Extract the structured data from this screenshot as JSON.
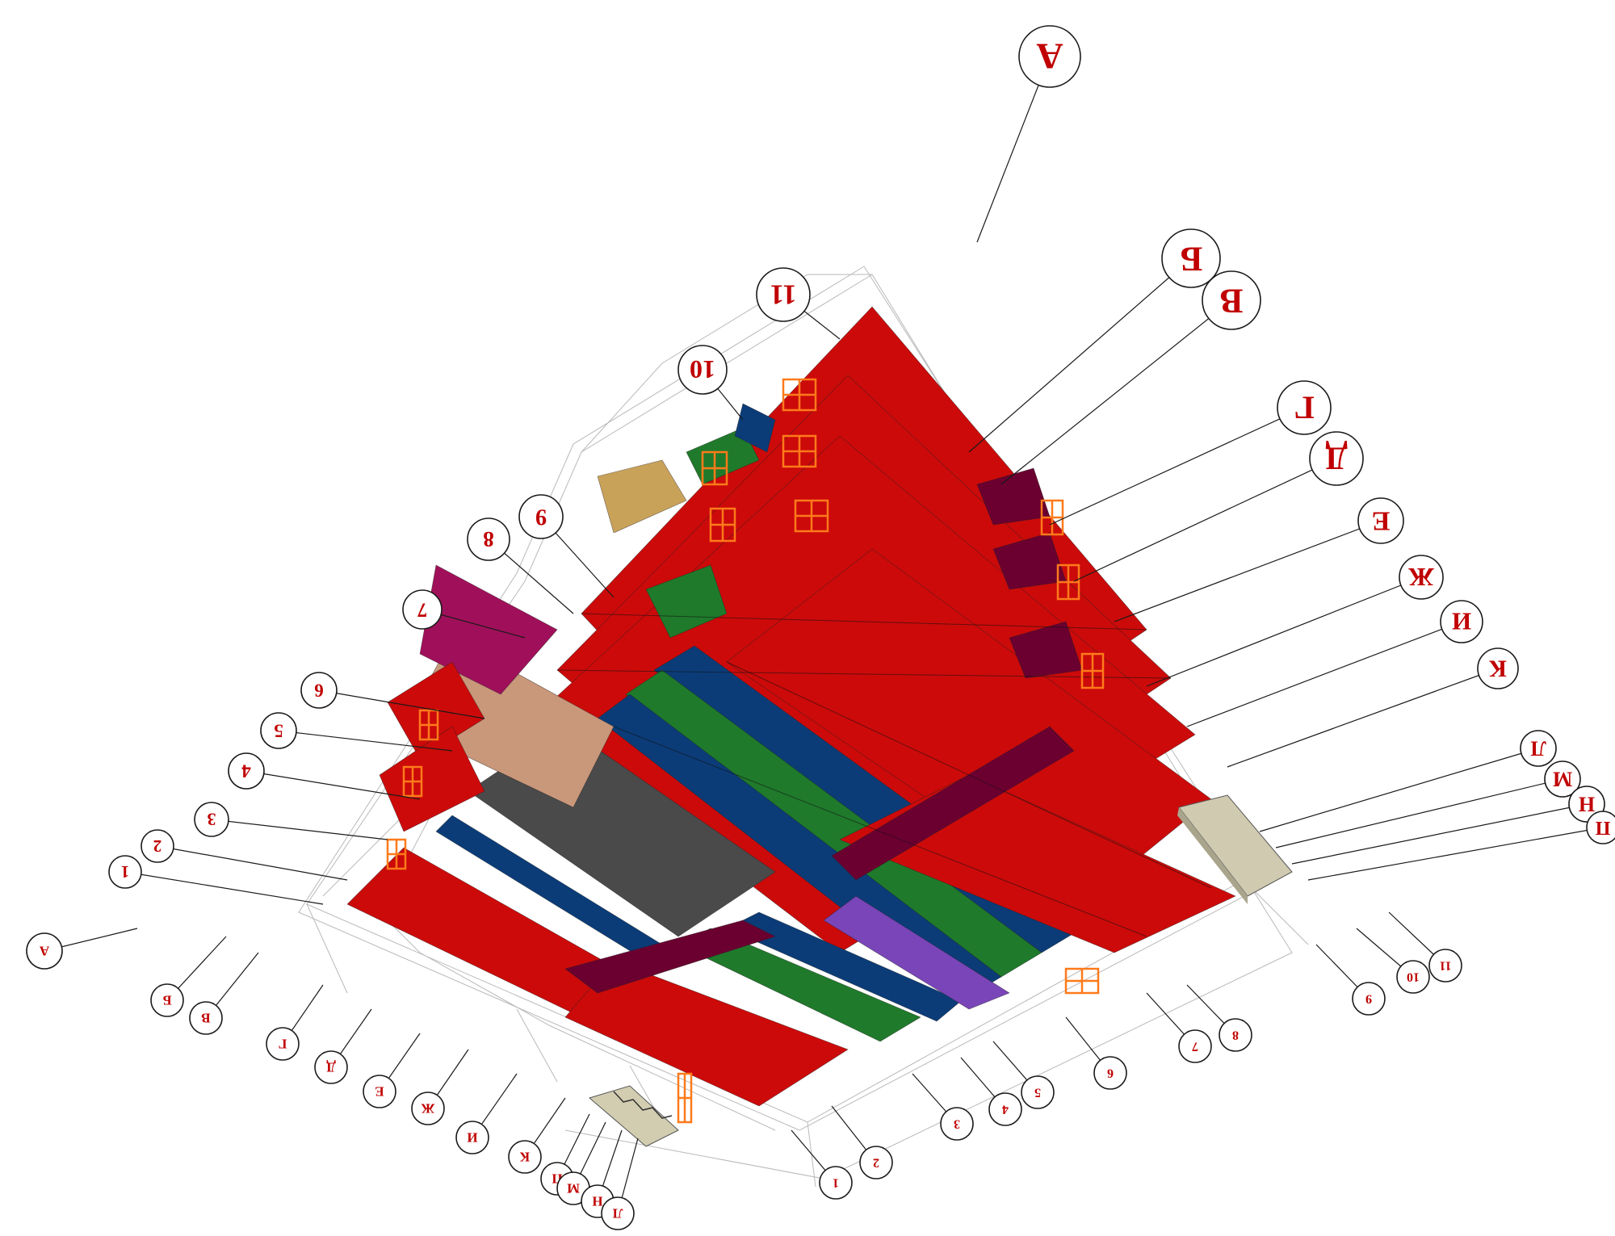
{
  "colors": {
    "red": "#cc0a0a",
    "blue": "#0b3c78",
    "green": "#1f7a2b",
    "maroon": "#6b0030",
    "magenta": "#a0105a",
    "purple": "#7a45b8",
    "tan": "#c9977a",
    "gold": "#c9a25a",
    "dark": "#4a4a4a",
    "stone": "#c8c4a8",
    "window": "#ff7a1a",
    "label": "#c00000"
  },
  "icons": [
    "stair-icon",
    "window-frame-icon"
  ],
  "axis_labels": {
    "top_right_large": [
      "А",
      "Б",
      "В",
      "Г",
      "Д",
      "Е",
      "Ж",
      "И",
      "К",
      "Л",
      "М",
      "Н",
      "П"
    ],
    "top_left_large": [
      "11",
      "10",
      "9",
      "8",
      "7",
      "6",
      "5",
      "4",
      "3",
      "2",
      "1"
    ],
    "bottom_left_small": [
      "А",
      "Б",
      "В",
      "Г",
      "Д",
      "Е",
      "Ж",
      "И",
      "К",
      "П",
      "М",
      "Н",
      "Л"
    ],
    "bottom_right_small": [
      "1",
      "2",
      "3",
      "4",
      "5",
      "6",
      "7",
      "8",
      "9",
      "10",
      "11"
    ]
  }
}
